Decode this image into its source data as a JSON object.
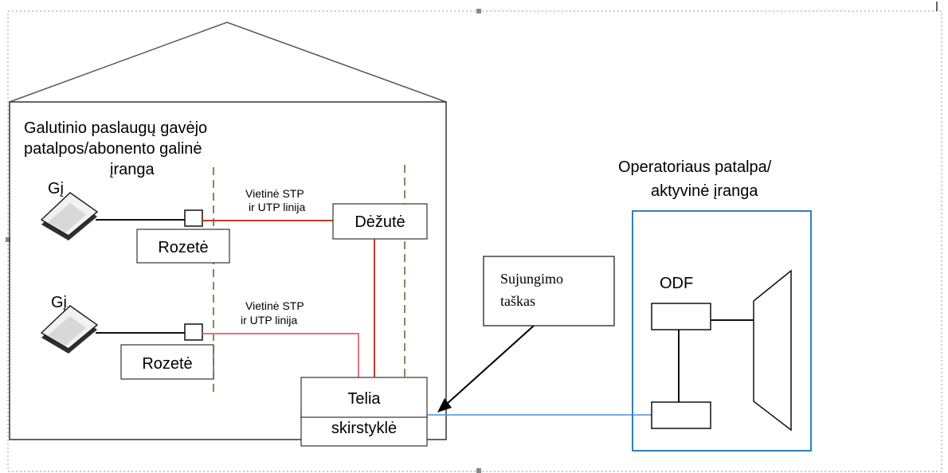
{
  "building": {
    "label_lines": [
      "Galutinio paslaugų gavėjo",
      "patalpos/abonento galinė",
      "įranga"
    ]
  },
  "devices": [
    {
      "label": "Gį",
      "rosette_label": "Rozetė",
      "line_label_lines": [
        "Vietinė STP",
        "ir UTP linija"
      ]
    },
    {
      "label": "Gį",
      "rosette_label": "Rozetė",
      "line_label_lines": [
        "Vietinė STP",
        "ir UTP linija"
      ]
    }
  ],
  "box_label": "Dėžutė",
  "panel": {
    "label_top": "Telia",
    "label_bottom": "skirstyklė"
  },
  "callout": {
    "label_lines": [
      "Sujungimo",
      "taškas"
    ]
  },
  "operator": {
    "label_lines": [
      "Operatoriaus patalpa/",
      "aktyvinė įranga"
    ],
    "odf_label": "ODF"
  },
  "colors": {
    "red_line": "#c0392b",
    "pink_line": "#d9777a",
    "blue_line": "#4a90d9",
    "operator_border": "#2f7fc1",
    "dashed_green": "#4a6b2a"
  }
}
